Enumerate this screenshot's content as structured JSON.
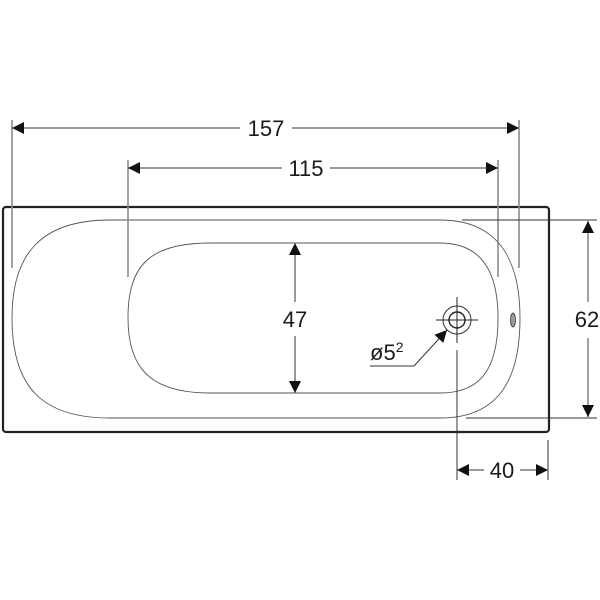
{
  "diagram": {
    "subject": "bathtub top-view dimension drawing",
    "dimensions": {
      "overall_inner_length": "157",
      "basin_flat_length": "115",
      "basin_width": "47",
      "overall_width": "62",
      "drain_offset": "40",
      "drain_diameter_prefix": "ø5",
      "drain_diameter_superscript": "2"
    },
    "colors": {
      "outline": "#222222",
      "basin_lines": "#555555",
      "extension_lines": "#8a8a8a",
      "arrows": "#111111",
      "background": "#ffffff"
    }
  }
}
